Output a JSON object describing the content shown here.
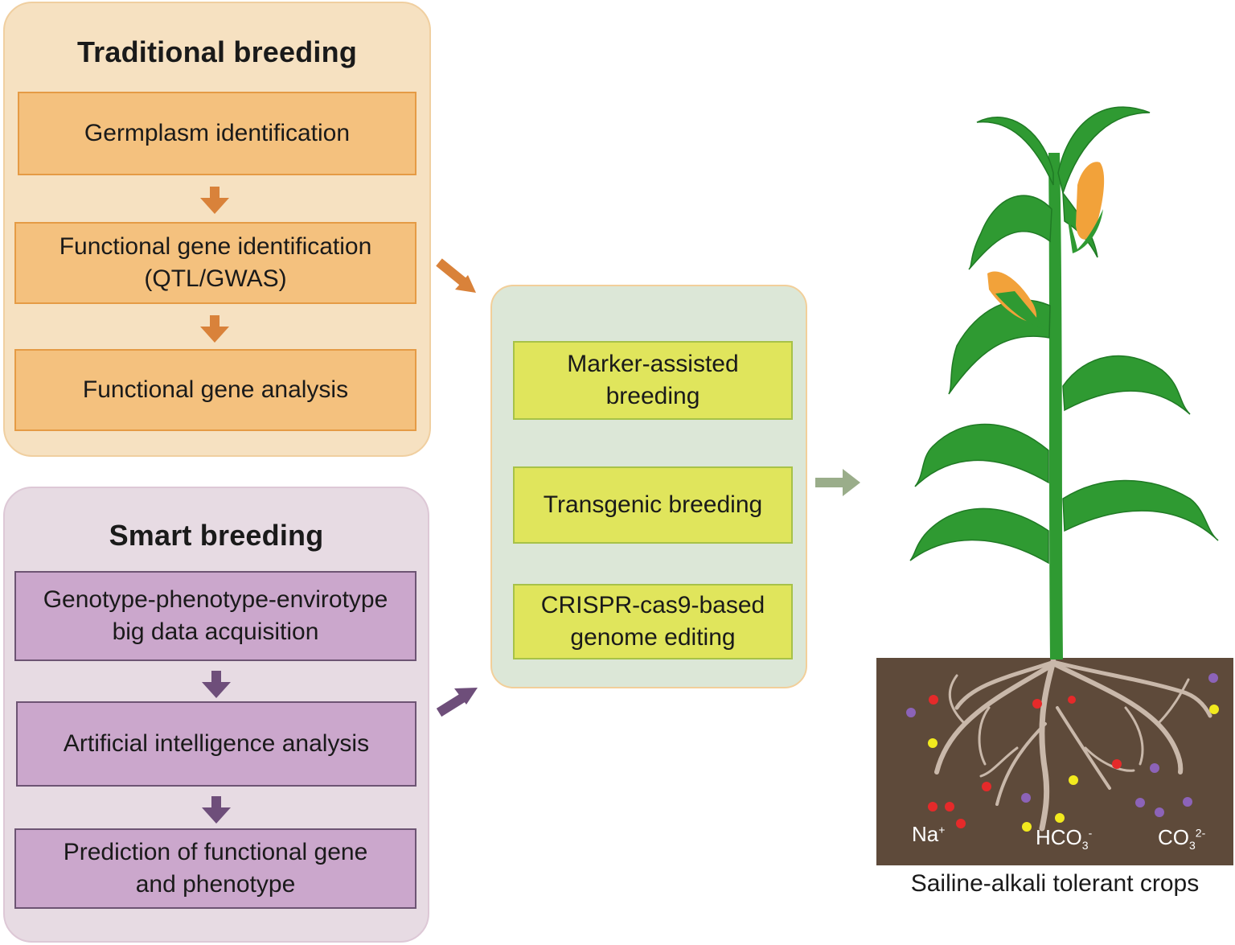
{
  "traditional": {
    "title": "Traditional breeding",
    "steps": [
      "Germplasm identification",
      "Functional gene identification\n(QTL/GWAS)",
      "Functional gene analysis"
    ]
  },
  "smart": {
    "title": "Smart breeding",
    "steps": [
      "Genotype-phenotype-envirotype\nbig data acquisition",
      "Artificial intelligence analysis",
      "Prediction of functional gene\nand phenotype"
    ]
  },
  "methods": {
    "items": [
      "Marker-assisted\nbreeding",
      "Transgenic breeding",
      "CRISPR-cas9-based\ngenome editing"
    ]
  },
  "soil_ions": {
    "na": {
      "base": "Na",
      "sup": "+"
    },
    "hco3": {
      "base": "HCO",
      "sub": "3",
      "sup": "-"
    },
    "co3": {
      "base": "CO",
      "sub": "3",
      "sup": "2-"
    }
  },
  "caption": "Sailine-alkali tolerant crops",
  "colors": {
    "traditional_panel": "#f6e1c1",
    "traditional_box": "#f4c17e",
    "traditional_arrow": "#d9823a",
    "smart_panel": "#e7dbe3",
    "smart_box": "#cba7cc",
    "smart_arrow": "#6e4e7a",
    "methods_panel": "#dce7d7",
    "methods_box": "#e0e55c",
    "methods_arrow": "#9aad8a",
    "soil": "#5e4a3a",
    "root": "#c9b8aa",
    "leaf": "#2f9a32",
    "cob": "#f2a23a",
    "ion_red": "#e52a2a",
    "ion_yellow": "#f2ea1e",
    "ion_purple": "#8c63b8"
  }
}
